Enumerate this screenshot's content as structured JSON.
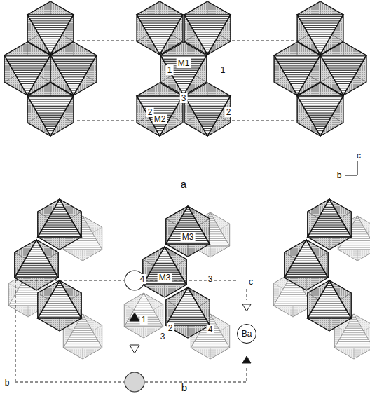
{
  "diagram": {
    "nodes": [
      {
        "text": [
          "Ba"
        ]
      }
    ],
    "labels": [
      "1",
      "1",
      "M1",
      "2",
      "3",
      "2",
      "M2",
      "c",
      "b",
      "a",
      "c",
      "M3",
      "4",
      "3",
      "M3",
      "1",
      "2",
      "3",
      "4",
      "b",
      "b"
    ]
  }
}
